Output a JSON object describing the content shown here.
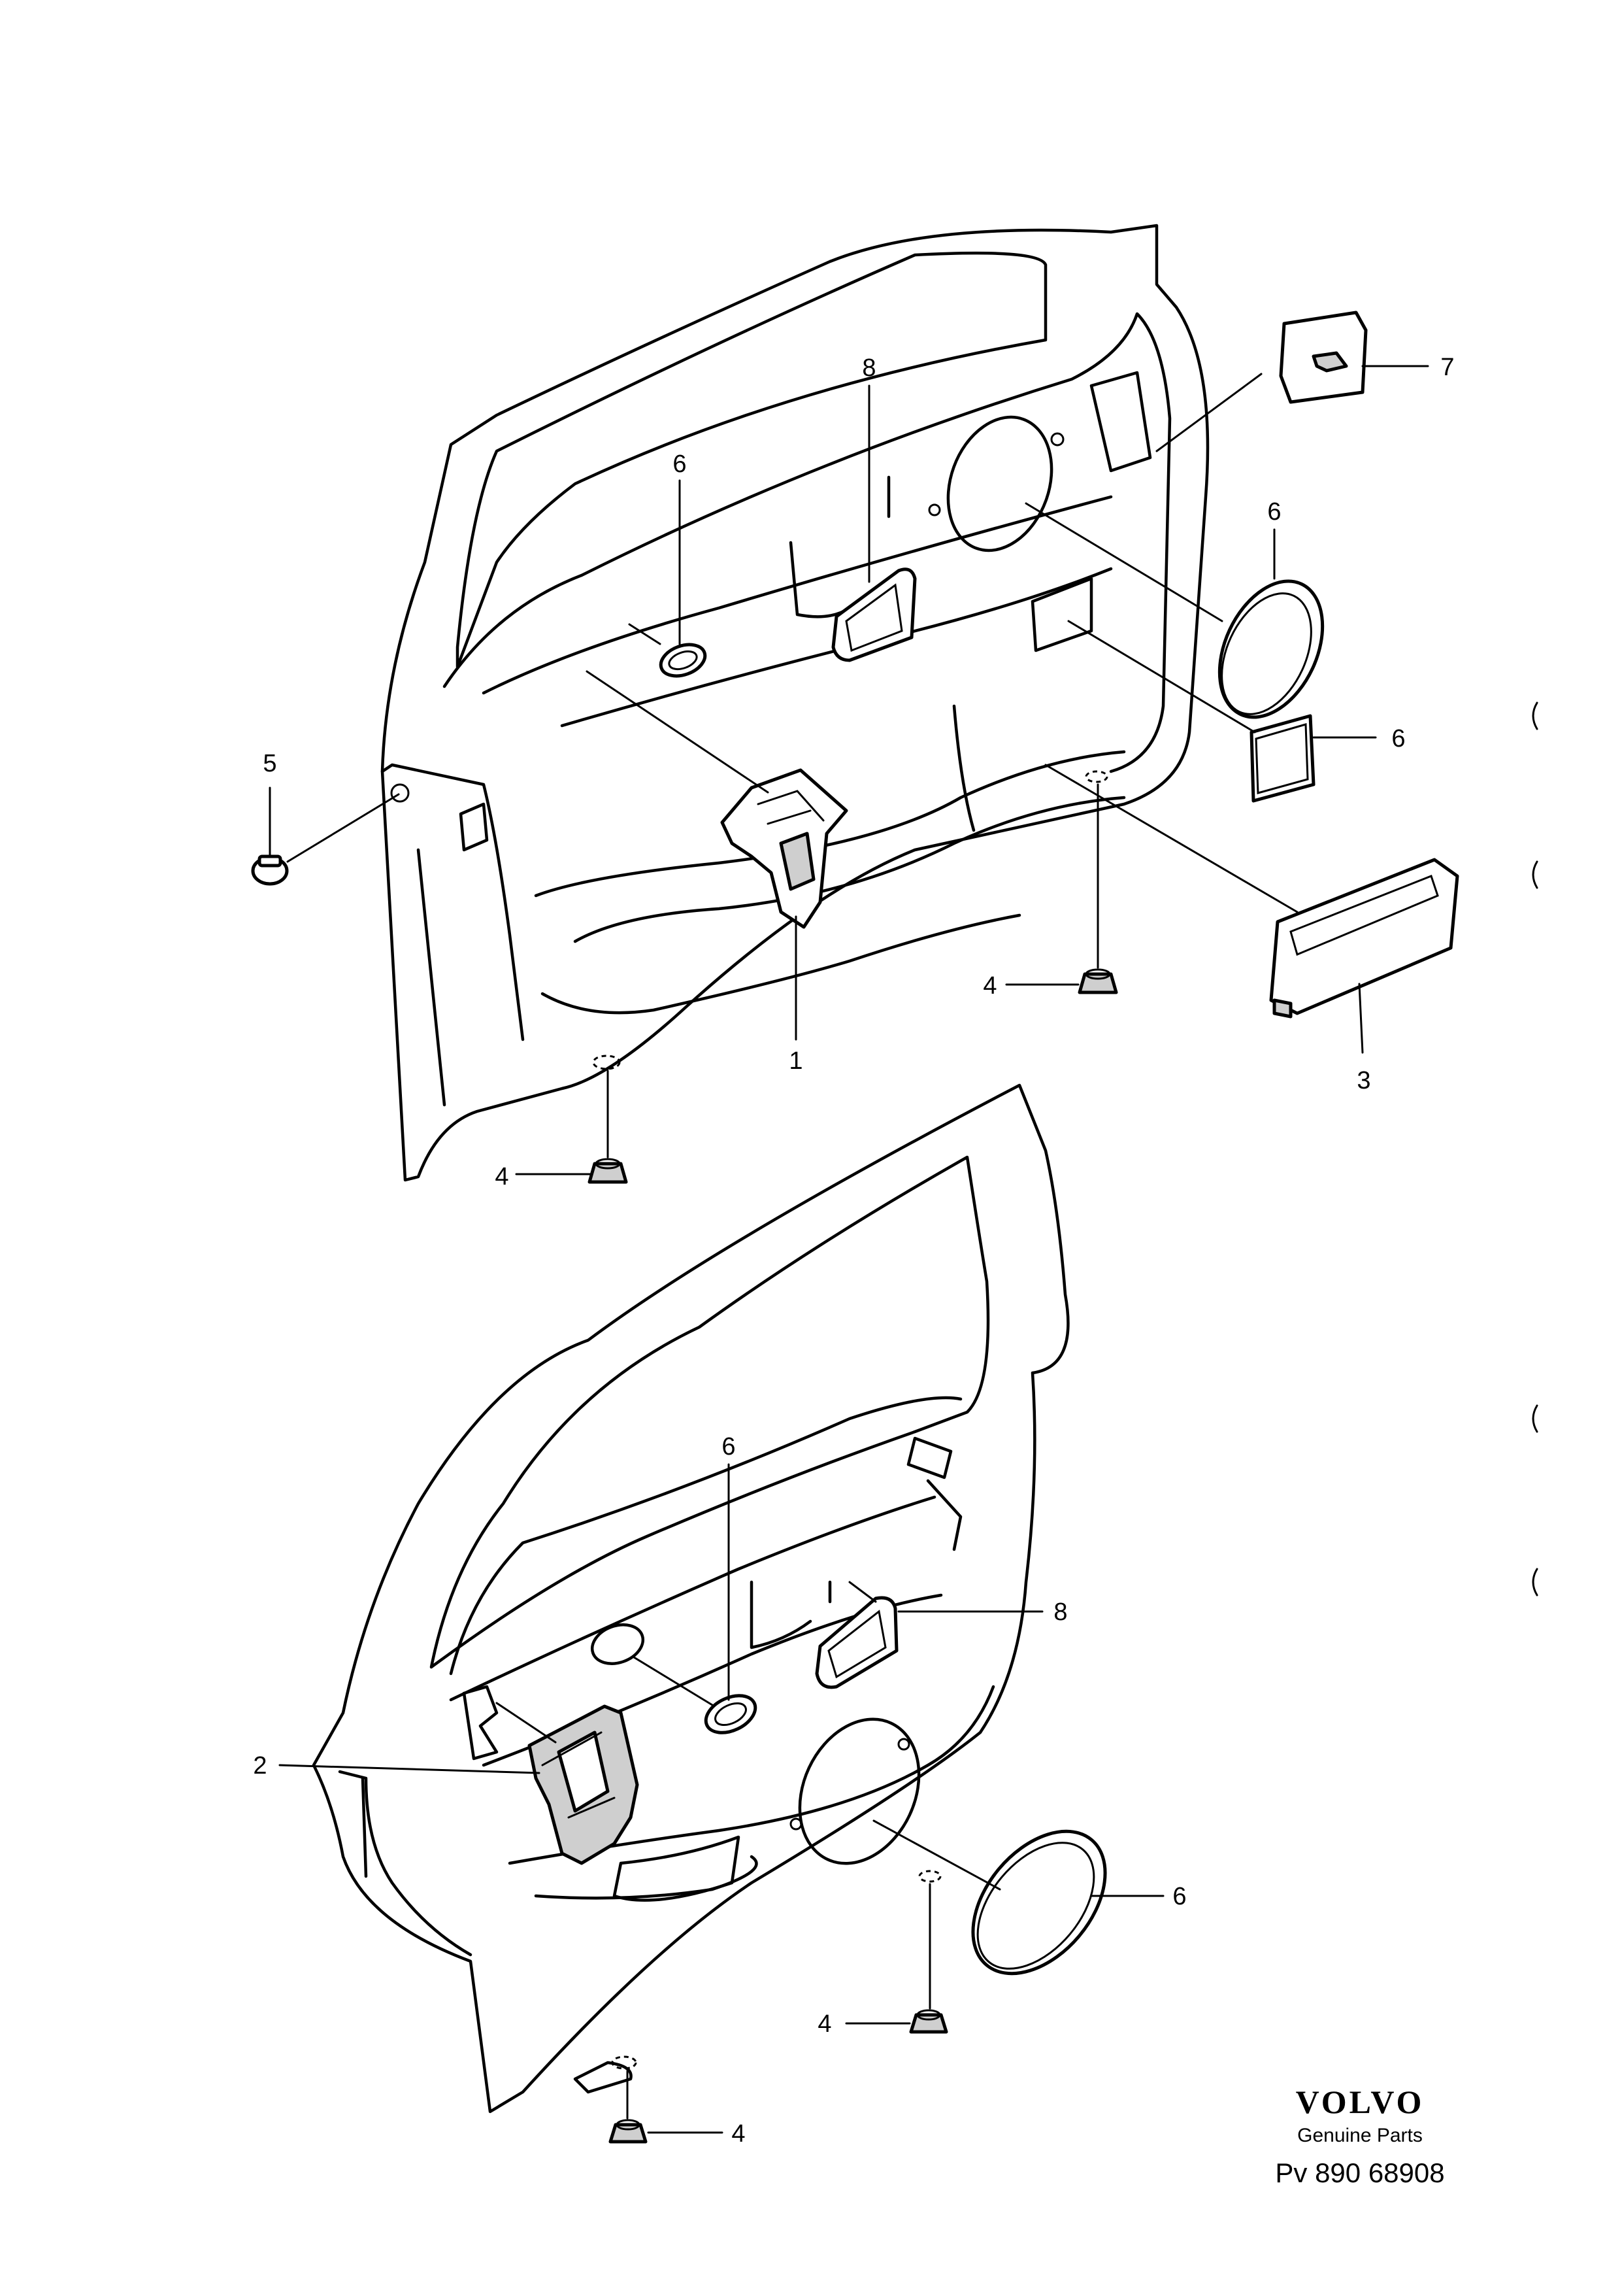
{
  "diagram": {
    "callouts": {
      "front_door": {
        "c1": "1",
        "c3": "3",
        "c4a": "4",
        "c4b": "4",
        "c5": "5",
        "c6a": "6",
        "c6b": "6",
        "c6c": "6",
        "c7": "7",
        "c8": "8"
      },
      "rear_door": {
        "c2": "2",
        "c4a": "4",
        "c4b": "4",
        "c6a": "6",
        "c6b": "6",
        "c8": "8"
      }
    }
  },
  "footer": {
    "brand": "VOLVO",
    "tagline": "Genuine Parts",
    "part_number": "Pv 890 68908"
  }
}
